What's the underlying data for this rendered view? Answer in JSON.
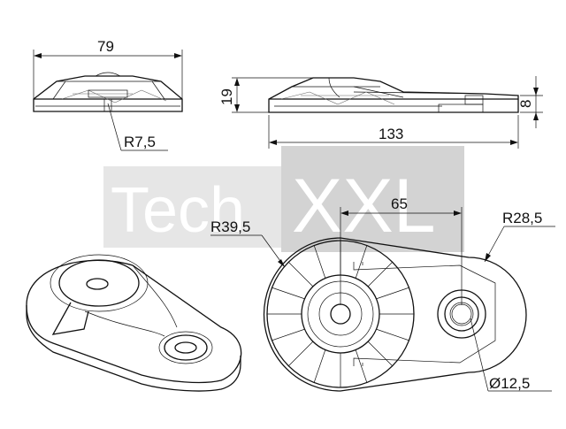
{
  "watermark": {
    "text_left": "Tech",
    "text_right": "XXL",
    "color": "#cfcfcf"
  },
  "dimensions": {
    "width_front": "79",
    "radius_front": "R7,5",
    "height_side": "19",
    "thickness_side": "8",
    "length_side": "133",
    "center_distance": "65",
    "radius_large": "R39,5",
    "radius_small": "R28,5",
    "hole_diameter": "Ø12,5"
  }
}
